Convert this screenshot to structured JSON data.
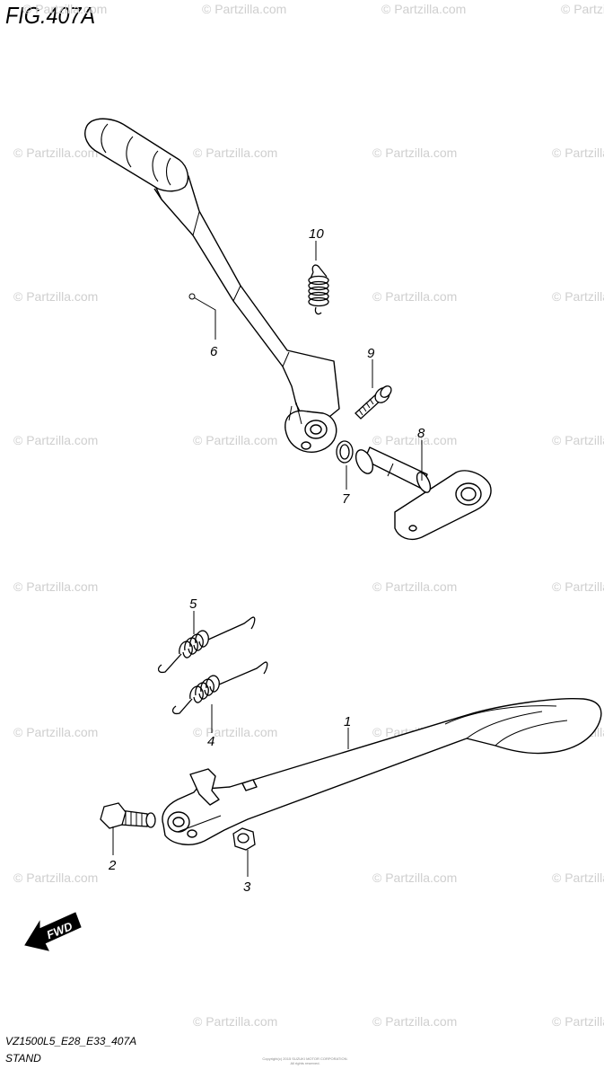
{
  "figure": {
    "title": "FIG.407A",
    "model_code": "VZ1500L5_E28_E33_407A",
    "section_name": "STAND",
    "watermark_text": "© Partzilla.com",
    "fwd_label": "FWD",
    "copyright_notice": "Copyright(c) 2015 SUZUKI MOTOR CORPORATION. All rights reserved."
  },
  "callouts": [
    {
      "id": "callout-1",
      "label": "1",
      "part": "side stand"
    },
    {
      "id": "callout-2",
      "label": "2",
      "part": "stand bolt"
    },
    {
      "id": "callout-3",
      "label": "3",
      "part": "nut"
    },
    {
      "id": "callout-4",
      "label": "4",
      "part": "spring"
    },
    {
      "id": "callout-5",
      "label": "5",
      "part": "spring"
    },
    {
      "id": "callout-6",
      "label": "6",
      "part": "gearshift lever"
    },
    {
      "id": "callout-7",
      "label": "7",
      "part": "washer"
    },
    {
      "id": "callout-8",
      "label": "8",
      "part": "lever shaft"
    },
    {
      "id": "callout-9",
      "label": "9",
      "part": "bolt"
    },
    {
      "id": "callout-10",
      "label": "10",
      "part": "spring"
    }
  ],
  "colors": {
    "line": "#000000",
    "watermark": "#cfcfcf",
    "background": "#ffffff"
  }
}
